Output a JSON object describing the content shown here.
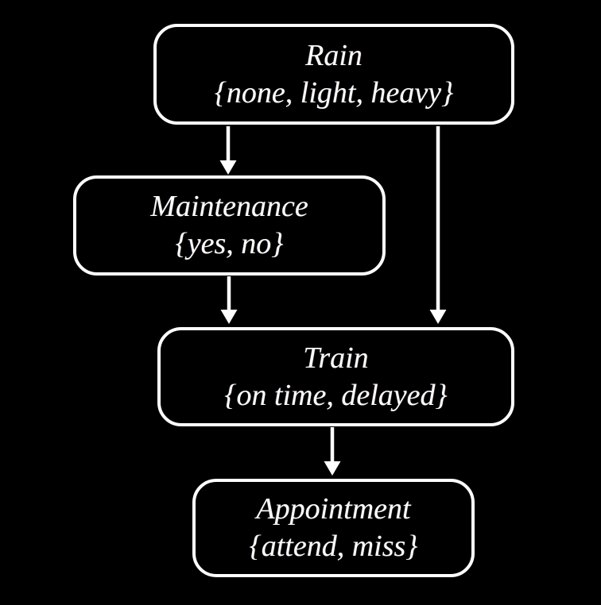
{
  "diagram": {
    "kind": "bayesian-network",
    "nodes": [
      {
        "id": "rain",
        "label": "Rain",
        "values": "{none, light, heavy}"
      },
      {
        "id": "maintenance",
        "label": "Maintenance",
        "values": "{yes, no}"
      },
      {
        "id": "train",
        "label": "Train",
        "values": "{on time, delayed}"
      },
      {
        "id": "appointment",
        "label": "Appointment",
        "values": "{attend, miss}"
      }
    ],
    "edges": [
      {
        "from": "rain",
        "to": "maintenance"
      },
      {
        "from": "rain",
        "to": "train"
      },
      {
        "from": "maintenance",
        "to": "train"
      },
      {
        "from": "train",
        "to": "appointment"
      }
    ],
    "colors": {
      "background": "#000000",
      "node_border": "#ffffff",
      "text": "#fdfdfd",
      "arrow": "#ffffff"
    }
  }
}
